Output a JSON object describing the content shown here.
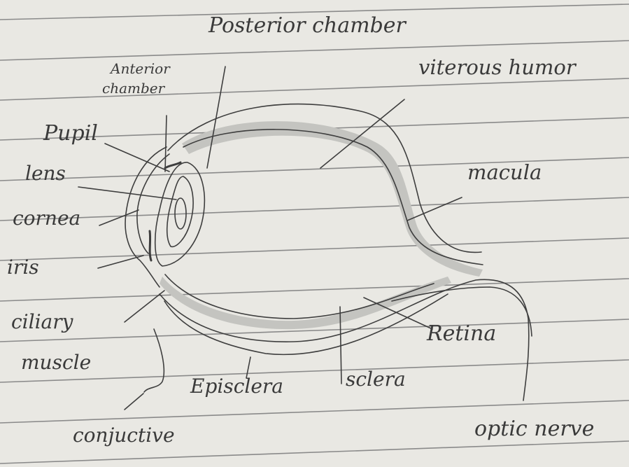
{
  "labels": {
    "posterior_chamber": "Posterior chamber",
    "vitreous_humor": "viterous humor",
    "anterior_chamber_1": "Anterior",
    "anterior_chamber_2": "chamber",
    "pupil": "Pupil",
    "lens": "lens",
    "cornea": "cornea",
    "iris": "iris",
    "macula": "macula",
    "ciliary_muscle_1": "ciliary",
    "ciliary_muscle_2": "muscle",
    "retina": "Retina",
    "episclera": "Episclera",
    "sclera": "sclera",
    "conjunctive": "conjuctive",
    "optic_nerve": "optic nerve"
  },
  "colors": {
    "paper": "#e9e8e3",
    "ruled_line": "#7f7f7f",
    "ink": "#3a3a3a",
    "tissue_shade": "#b9b9b6"
  }
}
